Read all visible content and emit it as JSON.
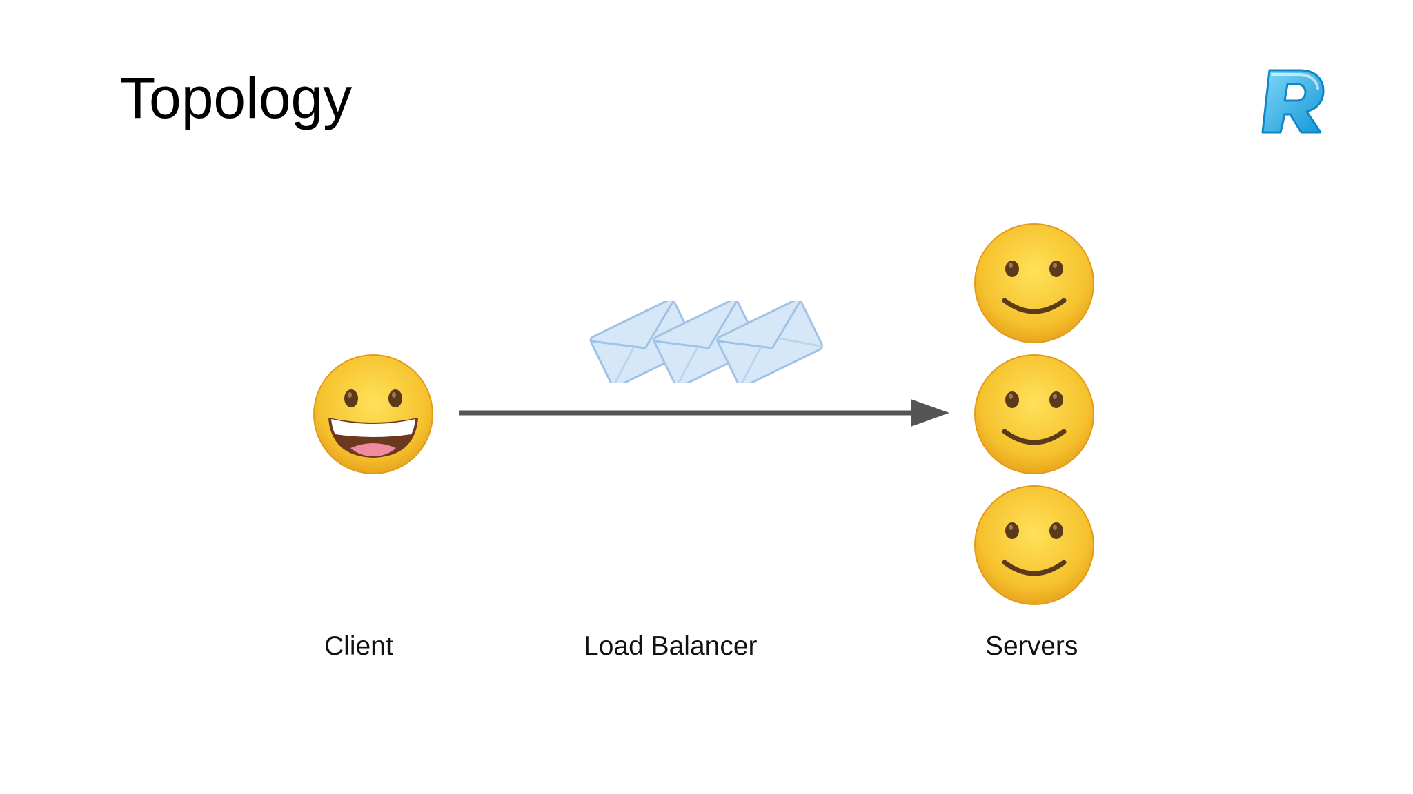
{
  "slide": {
    "title": "Topology",
    "logo_icon": "revolut-r-logo-icon",
    "accent_colors": {
      "logo_blue": "#1BA3E0",
      "logo_light_blue": "#7FD3F5",
      "arrow": "#555555",
      "emoji_face": "#F7C531",
      "envelope": "#CFE3F7"
    }
  },
  "diagram": {
    "client": {
      "label": "Client",
      "icon": "grinning-face-icon"
    },
    "load_balancer": {
      "label": "Load Balancer",
      "icon": "envelope-icon"
    },
    "servers": {
      "label": "Servers",
      "icon": "smiling-face-icon"
    }
  }
}
